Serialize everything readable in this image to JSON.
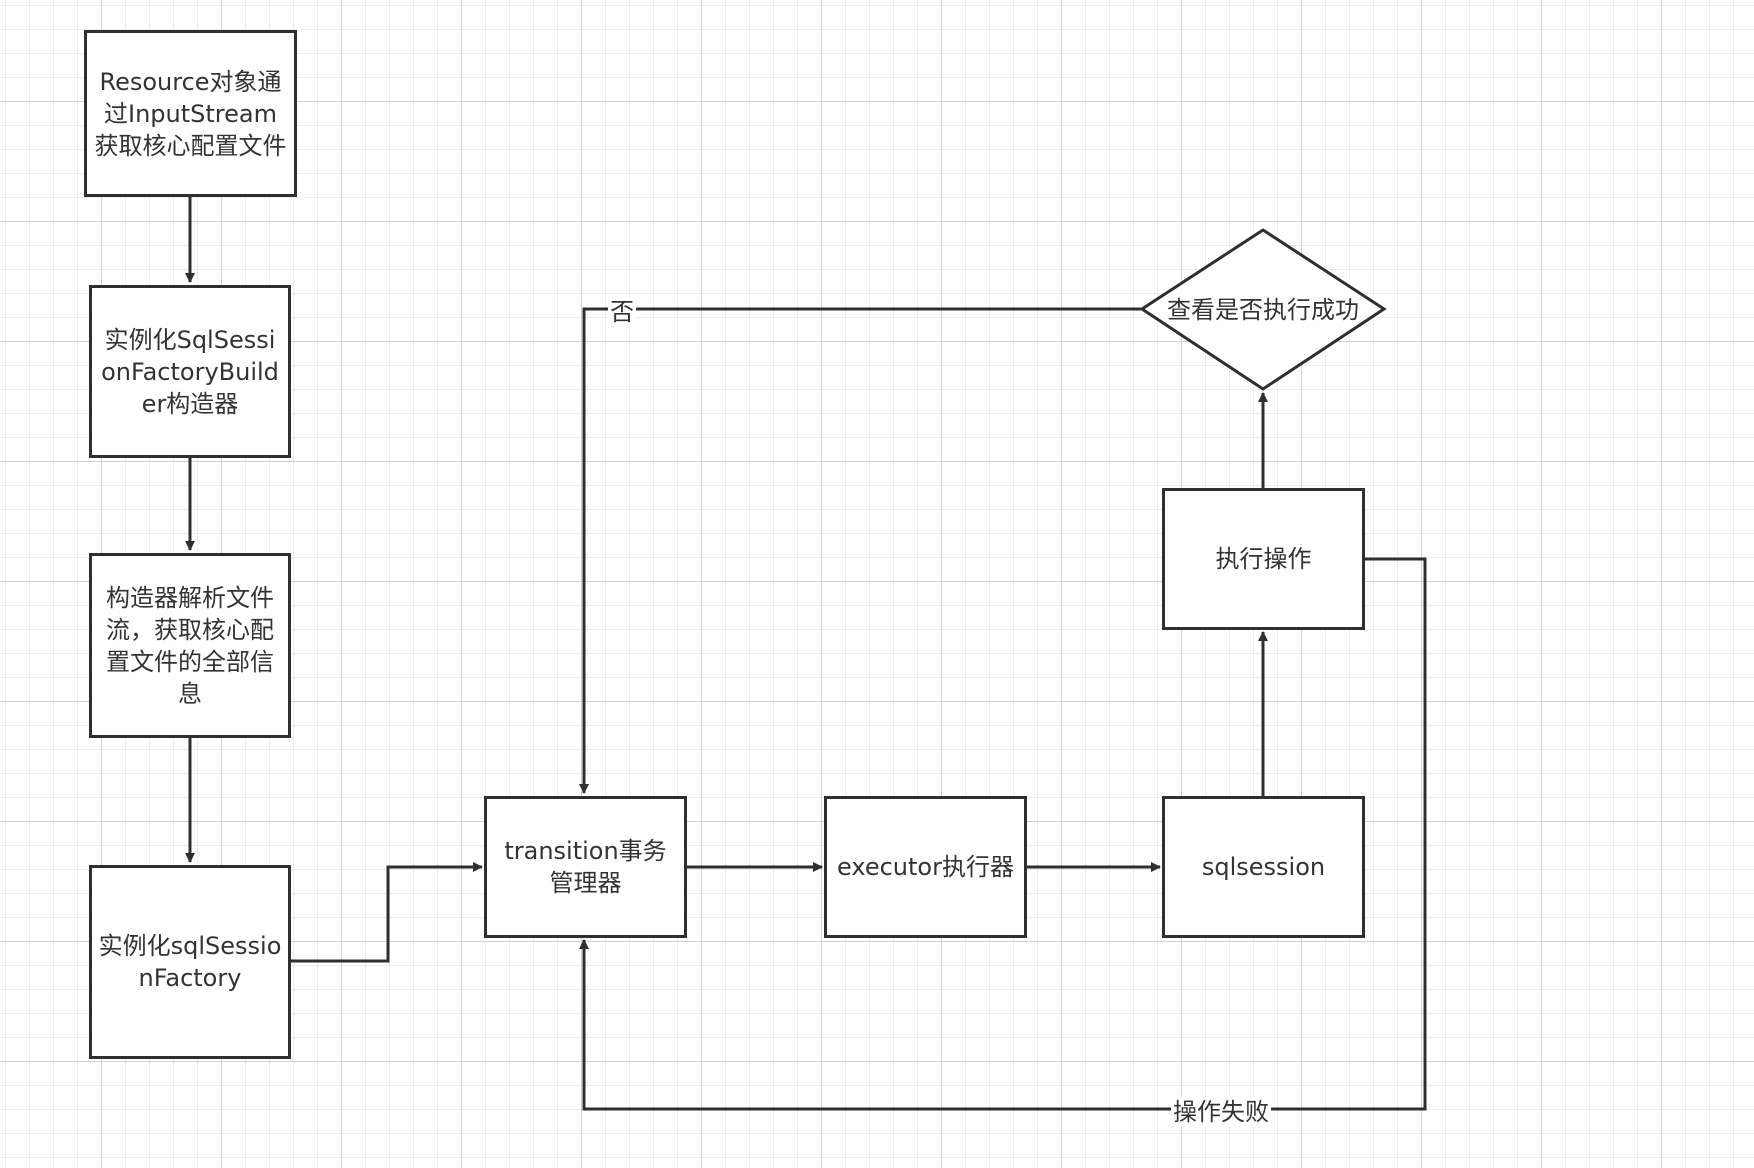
{
  "nodes": {
    "resource": "Resource对象通过InputStream获取核心配置文件",
    "builder": "实例化SqlSessionFactoryBuilder构造器",
    "parse": "构造器解析文件流，获取核心配置文件的全部信息",
    "factory": "实例化sqlSessionFactory",
    "transaction": "transition事务管理器",
    "executor": "executor执行器",
    "sqlsession": "sqlsession",
    "execute": "执行操作",
    "check": "查看是否执行成功"
  },
  "edge_labels": {
    "no": "否",
    "fail": "操作失败"
  },
  "colors": {
    "stroke": "#2f2f2f",
    "text": "#333333",
    "grid_major": "#d2d2d2",
    "grid_minor": "#ececec"
  }
}
